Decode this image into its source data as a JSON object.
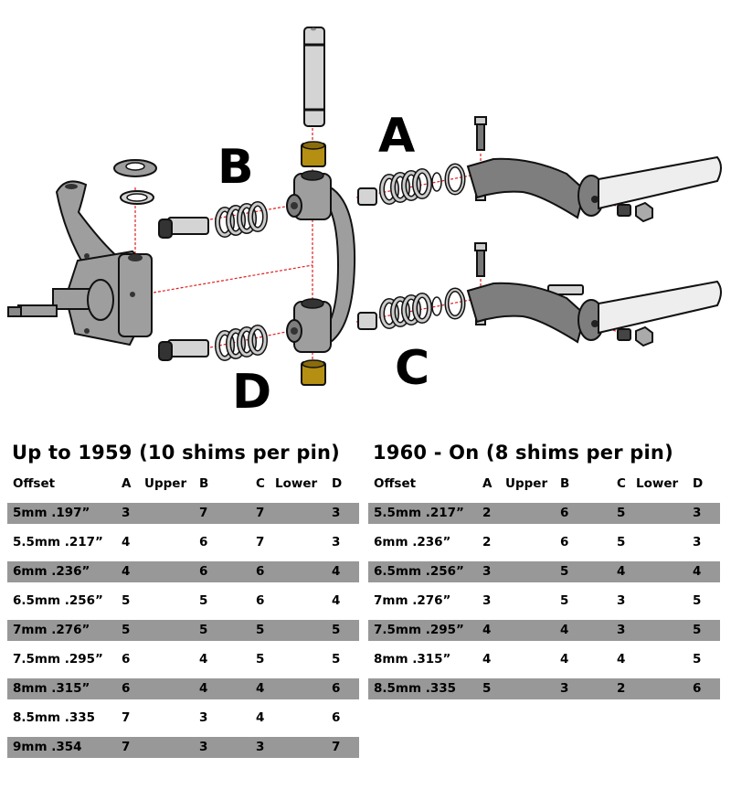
{
  "diagram": {
    "callouts": {
      "a": "A",
      "b": "B",
      "c": "C",
      "d": "D"
    },
    "colors": {
      "metal": "#9e9e9e",
      "bushing": "#b58f12",
      "guide_line": "#e02020",
      "shade_row": "#989898"
    }
  },
  "tables": {
    "left": {
      "title": "Up to 1959 (10 shims per pin)",
      "headers": {
        "offset": "Offset",
        "a": "A",
        "upper": "Upper",
        "b": "B",
        "c": "C",
        "lower": "Lower",
        "d": "D"
      },
      "rows": [
        {
          "offset": "5mm .197”",
          "a": "3",
          "b": "7",
          "c": "7",
          "d": "3"
        },
        {
          "offset": "5.5mm .217”",
          "a": "4",
          "b": "6",
          "c": "7",
          "d": "3"
        },
        {
          "offset": "6mm .236”",
          "a": "4",
          "b": "6",
          "c": "6",
          "d": "4"
        },
        {
          "offset": "6.5mm .256”",
          "a": "5",
          "b": "5",
          "c": "6",
          "d": "4"
        },
        {
          "offset": "7mm .276”",
          "a": "5",
          "b": "5",
          "c": "5",
          "d": "5"
        },
        {
          "offset": "7.5mm .295”",
          "a": "6",
          "b": "4",
          "c": "5",
          "d": "5"
        },
        {
          "offset": "8mm .315”",
          "a": "6",
          "b": "4",
          "c": "4",
          "d": "6"
        },
        {
          "offset": "8.5mm .335",
          "a": "7",
          "b": "3",
          "c": "4",
          "d": "6"
        },
        {
          "offset": "9mm .354",
          "a": "7",
          "b": "3",
          "c": "3",
          "d": "7"
        }
      ]
    },
    "right": {
      "title": "1960 - On (8 shims per pin)",
      "headers": {
        "offset": "Offset",
        "a": "A",
        "upper": "Upper",
        "b": "B",
        "c": "C",
        "lower": "Lower",
        "d": "D"
      },
      "rows": [
        {
          "offset": "5.5mm .217”",
          "a": "2",
          "b": "6",
          "c": "5",
          "d": "3"
        },
        {
          "offset": "6mm .236”",
          "a": "2",
          "b": "6",
          "c": "5",
          "d": "3"
        },
        {
          "offset": "6.5mm .256”",
          "a": "3",
          "b": "5",
          "c": "4",
          "d": "4"
        },
        {
          "offset": "7mm .276”",
          "a": "3",
          "b": "5",
          "c": "3",
          "d": "5"
        },
        {
          "offset": "7.5mm .295”",
          "a": "4",
          "b": "4",
          "c": "3",
          "d": "5"
        },
        {
          "offset": "8mm .315”",
          "a": "4",
          "b": "4",
          "c": "4",
          "d": "5"
        },
        {
          "offset": "8.5mm .335",
          "a": "5",
          "b": "3",
          "c": "2",
          "d": "6"
        }
      ]
    }
  }
}
